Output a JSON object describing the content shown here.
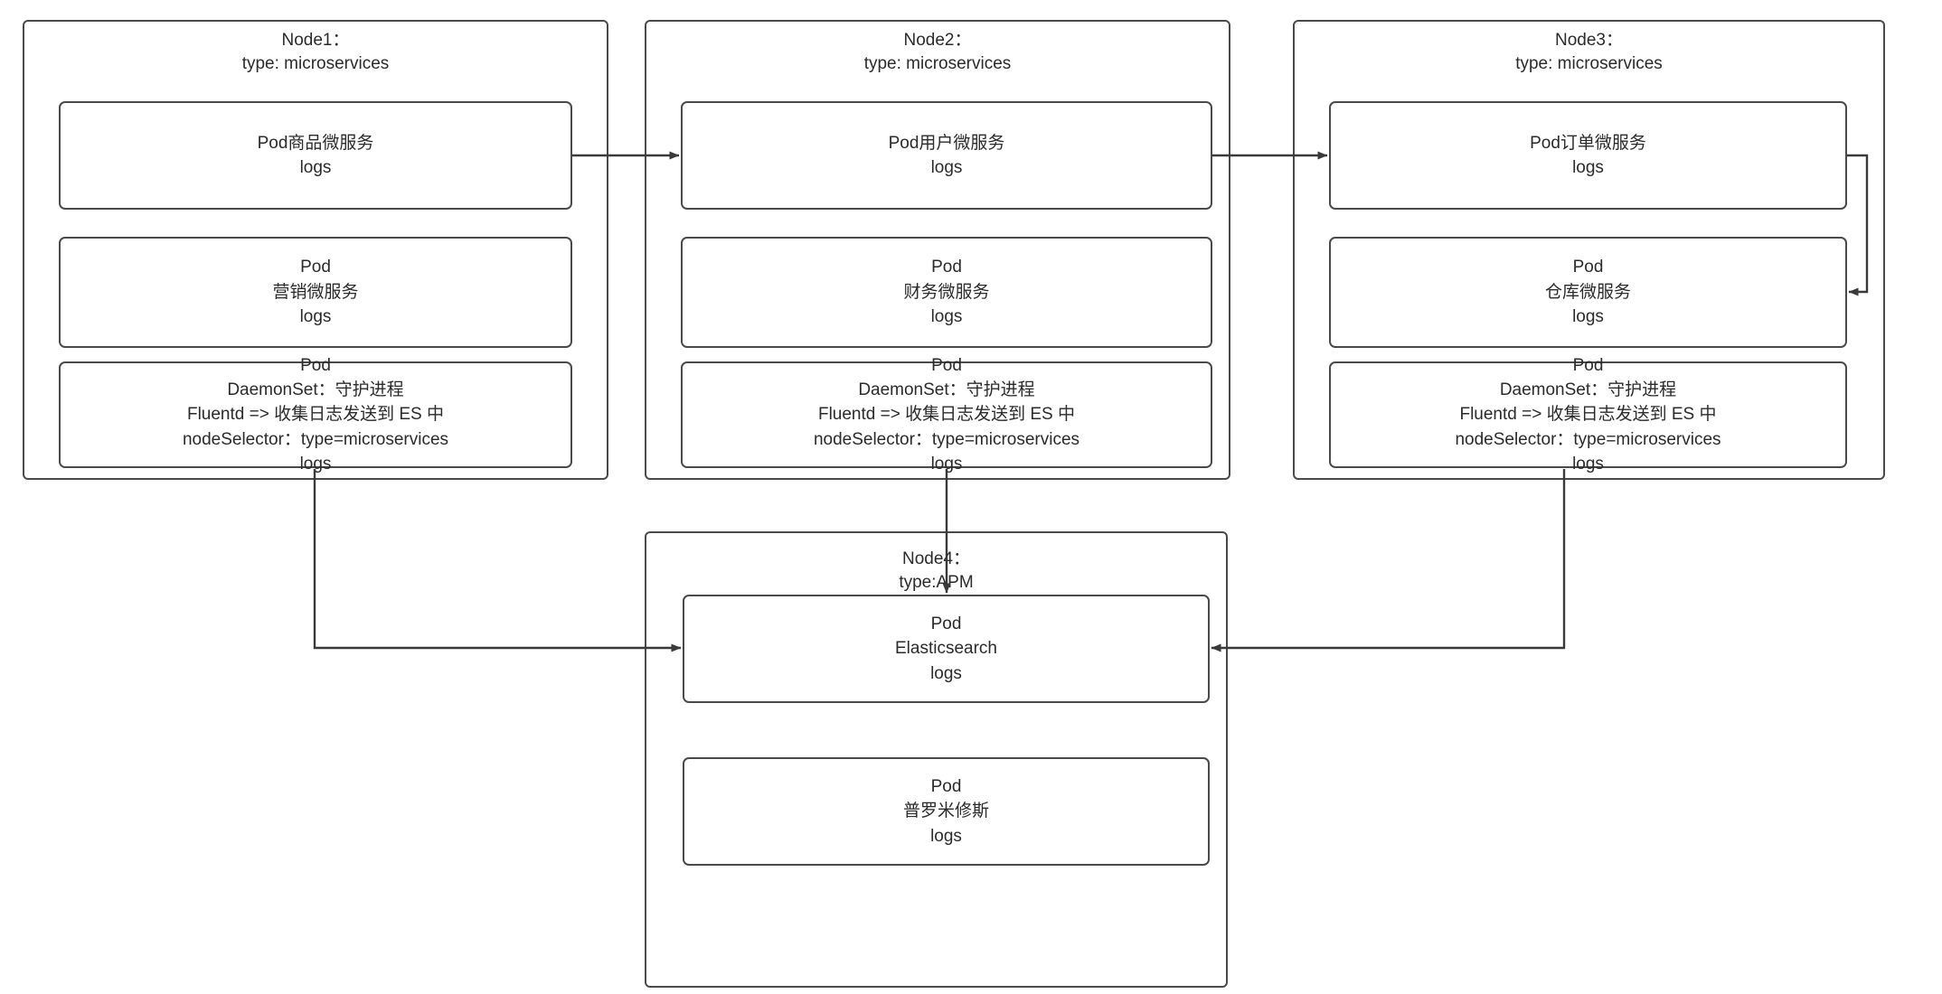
{
  "diagram": {
    "title": "Kubernetes EFK logging architecture",
    "stroke_color": "#4a4a4a",
    "text_color": "#2b2b2b",
    "background": "#ffffff"
  },
  "nodes": [
    {
      "id": "node1",
      "title": "Node1：\ntype: microservices",
      "pods": [
        {
          "id": "node1-pod-product",
          "label": "Pod商品微服务\nlogs"
        },
        {
          "id": "node1-pod-marketing",
          "label": "Pod\n营销微服务\nlogs"
        },
        {
          "id": "node1-pod-fluentd",
          "label": "Pod\nDaemonSet：守护进程\nFluentd => 收集日志发送到 ES 中\nnodeSelector：type=microservices\nlogs"
        }
      ]
    },
    {
      "id": "node2",
      "title": "Node2：\ntype: microservices",
      "pods": [
        {
          "id": "node2-pod-user",
          "label": "Pod用户微服务\nlogs"
        },
        {
          "id": "node2-pod-finance",
          "label": "Pod\n财务微服务\nlogs"
        },
        {
          "id": "node2-pod-fluentd",
          "label": "Pod\nDaemonSet：守护进程\nFluentd => 收集日志发送到 ES 中\nnodeSelector：type=microservices\nlogs"
        }
      ]
    },
    {
      "id": "node3",
      "title": "Node3：\ntype: microservices",
      "pods": [
        {
          "id": "node3-pod-order",
          "label": "Pod订单微服务\nlogs"
        },
        {
          "id": "node3-pod-warehouse",
          "label": "Pod\n仓库微服务\nlogs"
        },
        {
          "id": "node3-pod-fluentd",
          "label": "Pod\nDaemonSet：守护进程\nFluentd => 收集日志发送到 ES 中\nnodeSelector：type=microservices\nlogs"
        }
      ]
    },
    {
      "id": "node4",
      "title": "Node4：\ntype:APM",
      "pods": [
        {
          "id": "node4-pod-elasticsearch",
          "label": "Pod\nElasticsearch\nlogs"
        },
        {
          "id": "node4-pod-prometheus",
          "label": "Pod\n普罗米修斯\nlogs"
        }
      ]
    }
  ],
  "edges": [
    {
      "id": "edge-product-to-user",
      "from": "node1-pod-product",
      "to": "node2-pod-user",
      "kind": "arrow-right"
    },
    {
      "id": "edge-user-to-order",
      "from": "node2-pod-user",
      "to": "node3-pod-order",
      "kind": "arrow-right"
    },
    {
      "id": "edge-order-to-warehouse",
      "from": "node3-pod-order",
      "to": "node3-pod-warehouse",
      "kind": "arrow-loop-down"
    },
    {
      "id": "edge-node1-fluentd-to-es",
      "from": "node1-pod-fluentd",
      "to": "node4-pod-elasticsearch",
      "kind": "arrow-down-right"
    },
    {
      "id": "edge-node2-fluentd-to-es",
      "from": "node2-pod-fluentd",
      "to": "node4-pod-elasticsearch",
      "kind": "arrow-down"
    },
    {
      "id": "edge-node3-fluentd-to-es",
      "from": "node3-pod-fluentd",
      "to": "node4-pod-elasticsearch",
      "kind": "arrow-down-left"
    }
  ]
}
